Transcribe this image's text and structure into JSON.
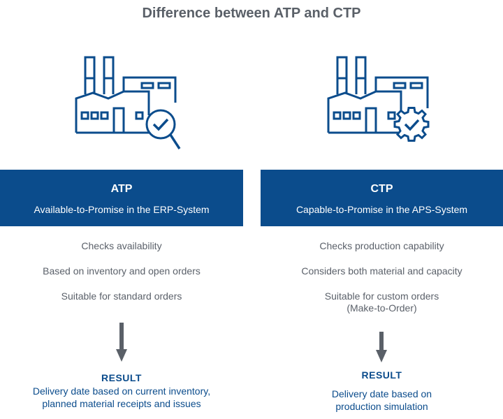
{
  "title": "Difference between ATP and CTP",
  "colors": {
    "primary_blue": "#0b4c8c",
    "text_gray": "#5b616a",
    "arrow_gray": "#5a6068"
  },
  "left": {
    "icon": "factory-magnifier-check-icon",
    "heading": "ATP",
    "subheading": "Available-to-Promise in the ERP-System",
    "points": [
      "Checks availability",
      "Based on inventory and open orders",
      "Suitable for standard orders"
    ],
    "result_label": "RESULT",
    "result_text": "Delivery date based on current inventory,\nplanned material receipts and issues"
  },
  "right": {
    "icon": "factory-gear-check-icon",
    "heading": "CTP",
    "subheading": "Capable-to-Promise in the APS-System",
    "points": [
      "Checks production capability",
      "Considers both material and capacity",
      "Suitable for custom orders\n(Make-to-Order)"
    ],
    "result_label": "RESULT",
    "result_text": "Delivery date based on\nproduction simulation"
  }
}
